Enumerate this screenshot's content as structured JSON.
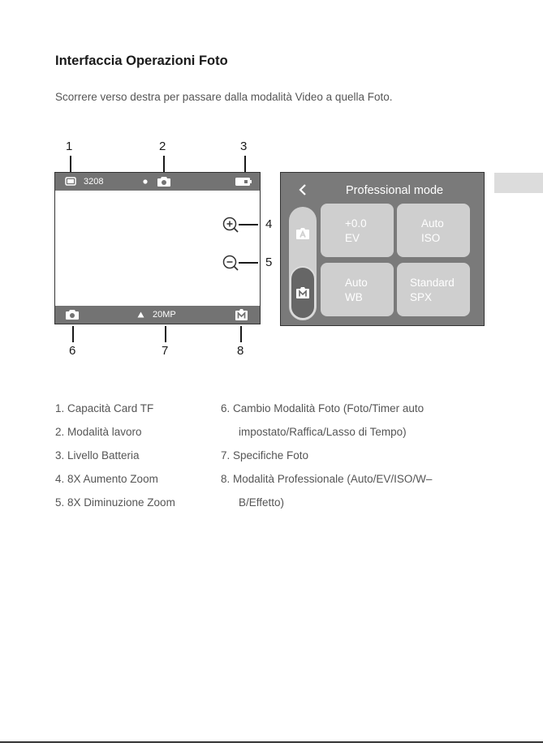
{
  "heading": "Interfaccia Operazioni Foto",
  "intro": "Scorrere verso destra per passare dalla modalità Video a quella Foto.",
  "callouts": {
    "c1": "1",
    "c2": "2",
    "c3": "3",
    "c4": "4",
    "c5": "5",
    "c6": "6",
    "c7": "7",
    "c8": "8"
  },
  "camera_screen": {
    "card_capacity": "3208",
    "photo_spec": "20MP",
    "icons": [
      "sd-card-icon",
      "camera-icon",
      "battery-icon",
      "zoom-in-icon",
      "zoom-out-icon",
      "photo-mode-icon",
      "triangle-icon",
      "pro-mode-icon"
    ]
  },
  "pro_panel": {
    "title": "Professional mode",
    "tiles": [
      {
        "value": "+0.0",
        "label": "EV"
      },
      {
        "value": "Auto",
        "label": "ISO"
      },
      {
        "value": "Auto",
        "label": "WB"
      },
      {
        "value": "Standard",
        "label": "SPX"
      }
    ]
  },
  "legend": {
    "l1": "1. Capacità Card TF",
    "l2": "2. Modalità lavoro",
    "l3": "3. Livello Batteria",
    "l4": "4. 8X Aumento Zoom",
    "l5": "5. 8X Diminuzione Zoom",
    "r6a": "6. Cambio Modalità Foto (Foto/Timer auto",
    "r6b": "impostato/Raffica/Lasso di Tempo)",
    "r7": "7. Specifiche Foto",
    "r8a": "8. Modalità Professionale (Auto/EV/ISO/W–",
    "r8b": "B/Effetto)"
  },
  "colors": {
    "bar": "#737373",
    "panel": "#7a7a7a",
    "tile": "#cfcfcf"
  }
}
